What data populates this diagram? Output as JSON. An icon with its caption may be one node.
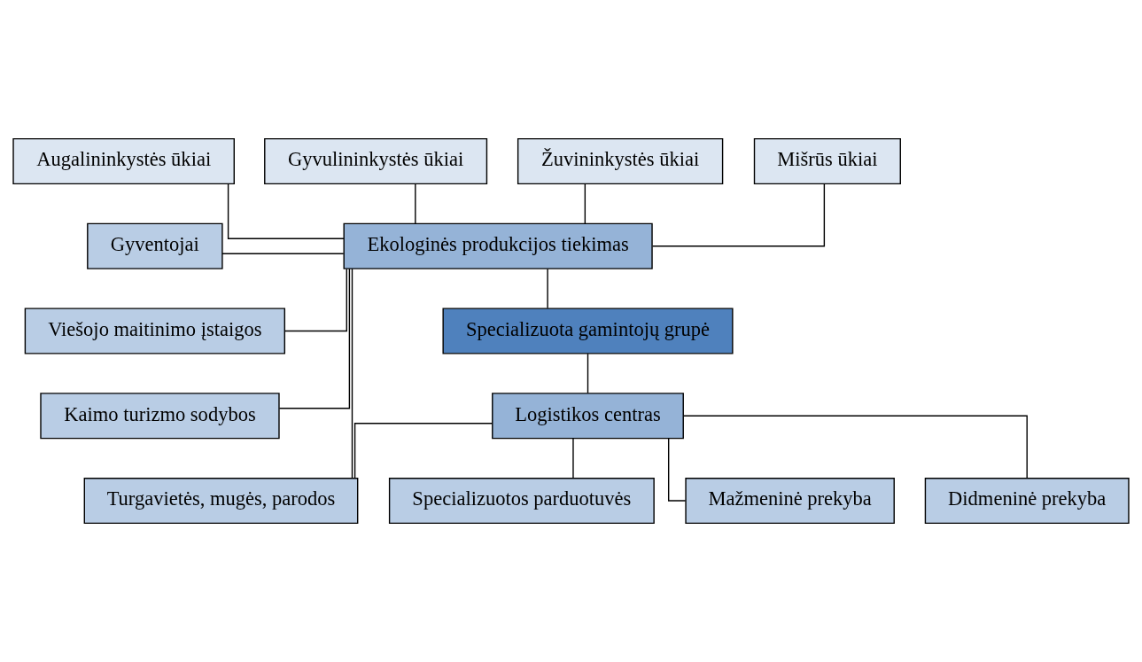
{
  "diagram": {
    "nodes": [
      {
        "text": [
          "Augalininkystės ūkiai"
        ]
      },
      {
        "text": [
          "Gyvulininkystės ūkiai"
        ]
      },
      {
        "text": [
          "Žuvininkystės ūkiai"
        ]
      },
      {
        "text": [
          "Mišrūs ūkiai"
        ]
      },
      {
        "text": [
          "Gyventojai"
        ]
      },
      {
        "text": [
          "Ekologinės produkcijos tiekimas"
        ]
      },
      {
        "text": [
          "Viešojo maitinimo įstaigos"
        ]
      },
      {
        "text": [
          "Specializuota gamintojų grupė"
        ]
      },
      {
        "text": [
          "Kaimo turizmo sodybos"
        ]
      },
      {
        "text": [
          "Logistikos centras"
        ]
      },
      {
        "text": [
          "Turgavietės, mugės, parodos"
        ]
      },
      {
        "text": [
          "Specializuotos parduotuvės"
        ]
      },
      {
        "text": [
          "Mažmeninė prekyba"
        ]
      },
      {
        "text": [
          "Didmeninė prekyba"
        ]
      }
    ],
    "edges": [
      {
        "from": 0,
        "to": 5,
        "arrow": "none"
      },
      {
        "from": 1,
        "to": 5,
        "arrow": "none"
      },
      {
        "from": 2,
        "to": 5,
        "arrow": "none"
      },
      {
        "from": 3,
        "to": 5,
        "arrow": "none"
      },
      {
        "from": 5,
        "to": 4,
        "arrow": "none"
      },
      {
        "from": 5,
        "to": 6,
        "arrow": "none"
      },
      {
        "from": 5,
        "to": 8,
        "arrow": "none"
      },
      {
        "from": 5,
        "to": 10,
        "arrow": "none"
      },
      {
        "from": 5,
        "to": 7,
        "arrow": "none"
      },
      {
        "from": 7,
        "to": 9,
        "arrow": "none"
      },
      {
        "from": 9,
        "to": 10,
        "arrow": "none"
      },
      {
        "from": 9,
        "to": 11,
        "arrow": "none"
      },
      {
        "from": 9,
        "to": 12,
        "arrow": "none"
      },
      {
        "from": 9,
        "to": 13,
        "arrow": "none"
      }
    ]
  }
}
